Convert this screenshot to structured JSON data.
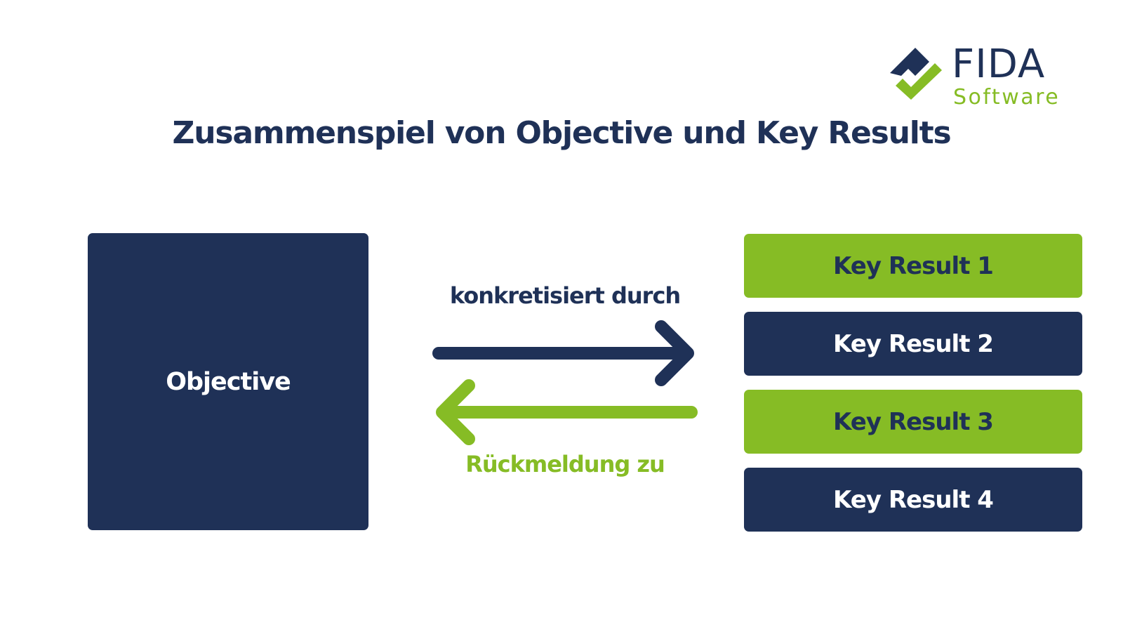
{
  "colors": {
    "navy": "#1f3157",
    "green": "#86bc25",
    "white": "#ffffff"
  },
  "logo": {
    "brand": "FIDA",
    "tagline": "Software"
  },
  "title": "Zusammenspiel von Objective und Key Results",
  "objective": {
    "label": "Objective"
  },
  "relations": {
    "forward_label": "konkretisiert durch",
    "backward_label": "Rückmeldung zu"
  },
  "key_results": [
    {
      "label": "Key Result 1",
      "style": "green"
    },
    {
      "label": "Key Result 2",
      "style": "navy"
    },
    {
      "label": "Key Result 3",
      "style": "green"
    },
    {
      "label": "Key Result 4",
      "style": "navy"
    }
  ]
}
